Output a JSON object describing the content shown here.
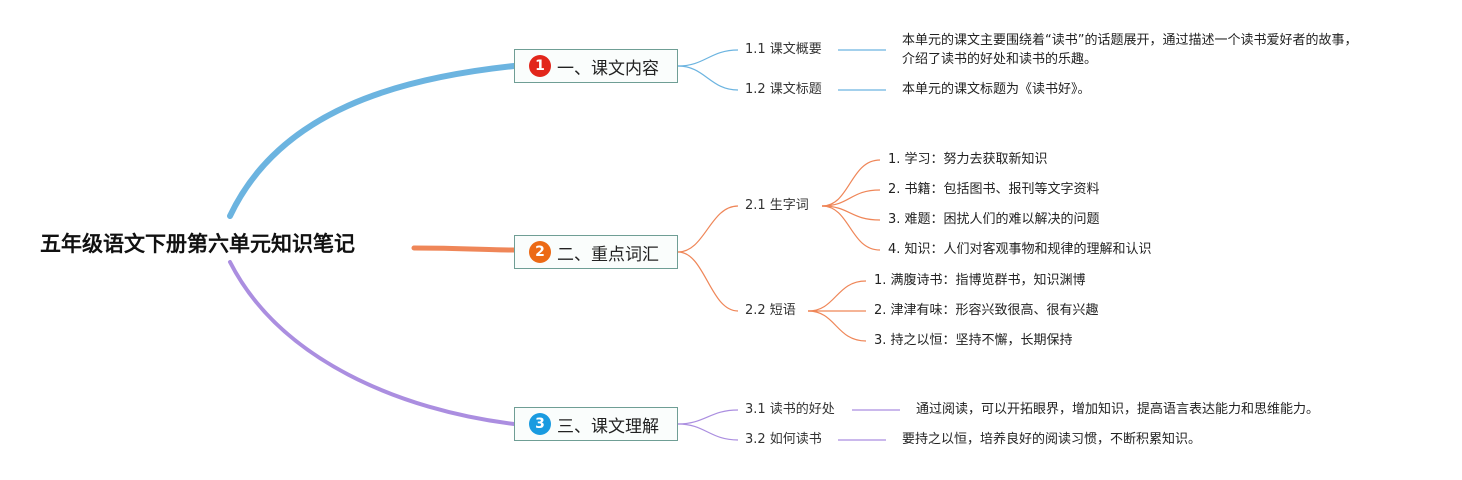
{
  "root": {
    "title": "五年级语文下册第六单元知识笔记"
  },
  "colors": {
    "blue": "#6cb4e0",
    "orange": "#ef8658",
    "purple": "#ab8ee0",
    "badge1": "#e2261b",
    "badge2": "#ec6a15",
    "badge3": "#1a9be0"
  },
  "branches": [
    {
      "badge": "1",
      "label": "一、课文内容",
      "subs": [
        {
          "label": "1.1 课文概要",
          "text_lines": [
            "本单元的课文主要围绕着“读书”的话题展开，通过描述一个读书爱好者的故事，",
            "介绍了读书的好处和读书的乐趣。"
          ]
        },
        {
          "label": "1.2 课文标题",
          "text_lines": [
            "本单元的课文标题为《读书好》。"
          ]
        }
      ]
    },
    {
      "badge": "2",
      "label": "二、重点词汇",
      "subs": [
        {
          "label": "2.1 生字词",
          "items": [
            "1. 学习：努力去获取新知识",
            "2. 书籍：包括图书、报刊等文字资料",
            "3. 难题：困扰人们的难以解决的问题",
            "4. 知识：人们对客观事物和规律的理解和认识"
          ]
        },
        {
          "label": "2.2 短语",
          "items": [
            "1. 满腹诗书：指博览群书，知识渊博",
            "2. 津津有味：形容兴致很高、很有兴趣",
            "3. 持之以恒：坚持不懈，长期保持"
          ]
        }
      ]
    },
    {
      "badge": "3",
      "label": "三、课文理解",
      "subs": [
        {
          "label": "3.1 读书的好处",
          "text_lines": [
            "通过阅读，可以开拓眼界，增加知识，提高语言表达能力和思维能力。"
          ]
        },
        {
          "label": "3.2 如何读书",
          "text_lines": [
            "要持之以恒，培养良好的阅读习惯，不断积累知识。"
          ]
        }
      ]
    }
  ]
}
